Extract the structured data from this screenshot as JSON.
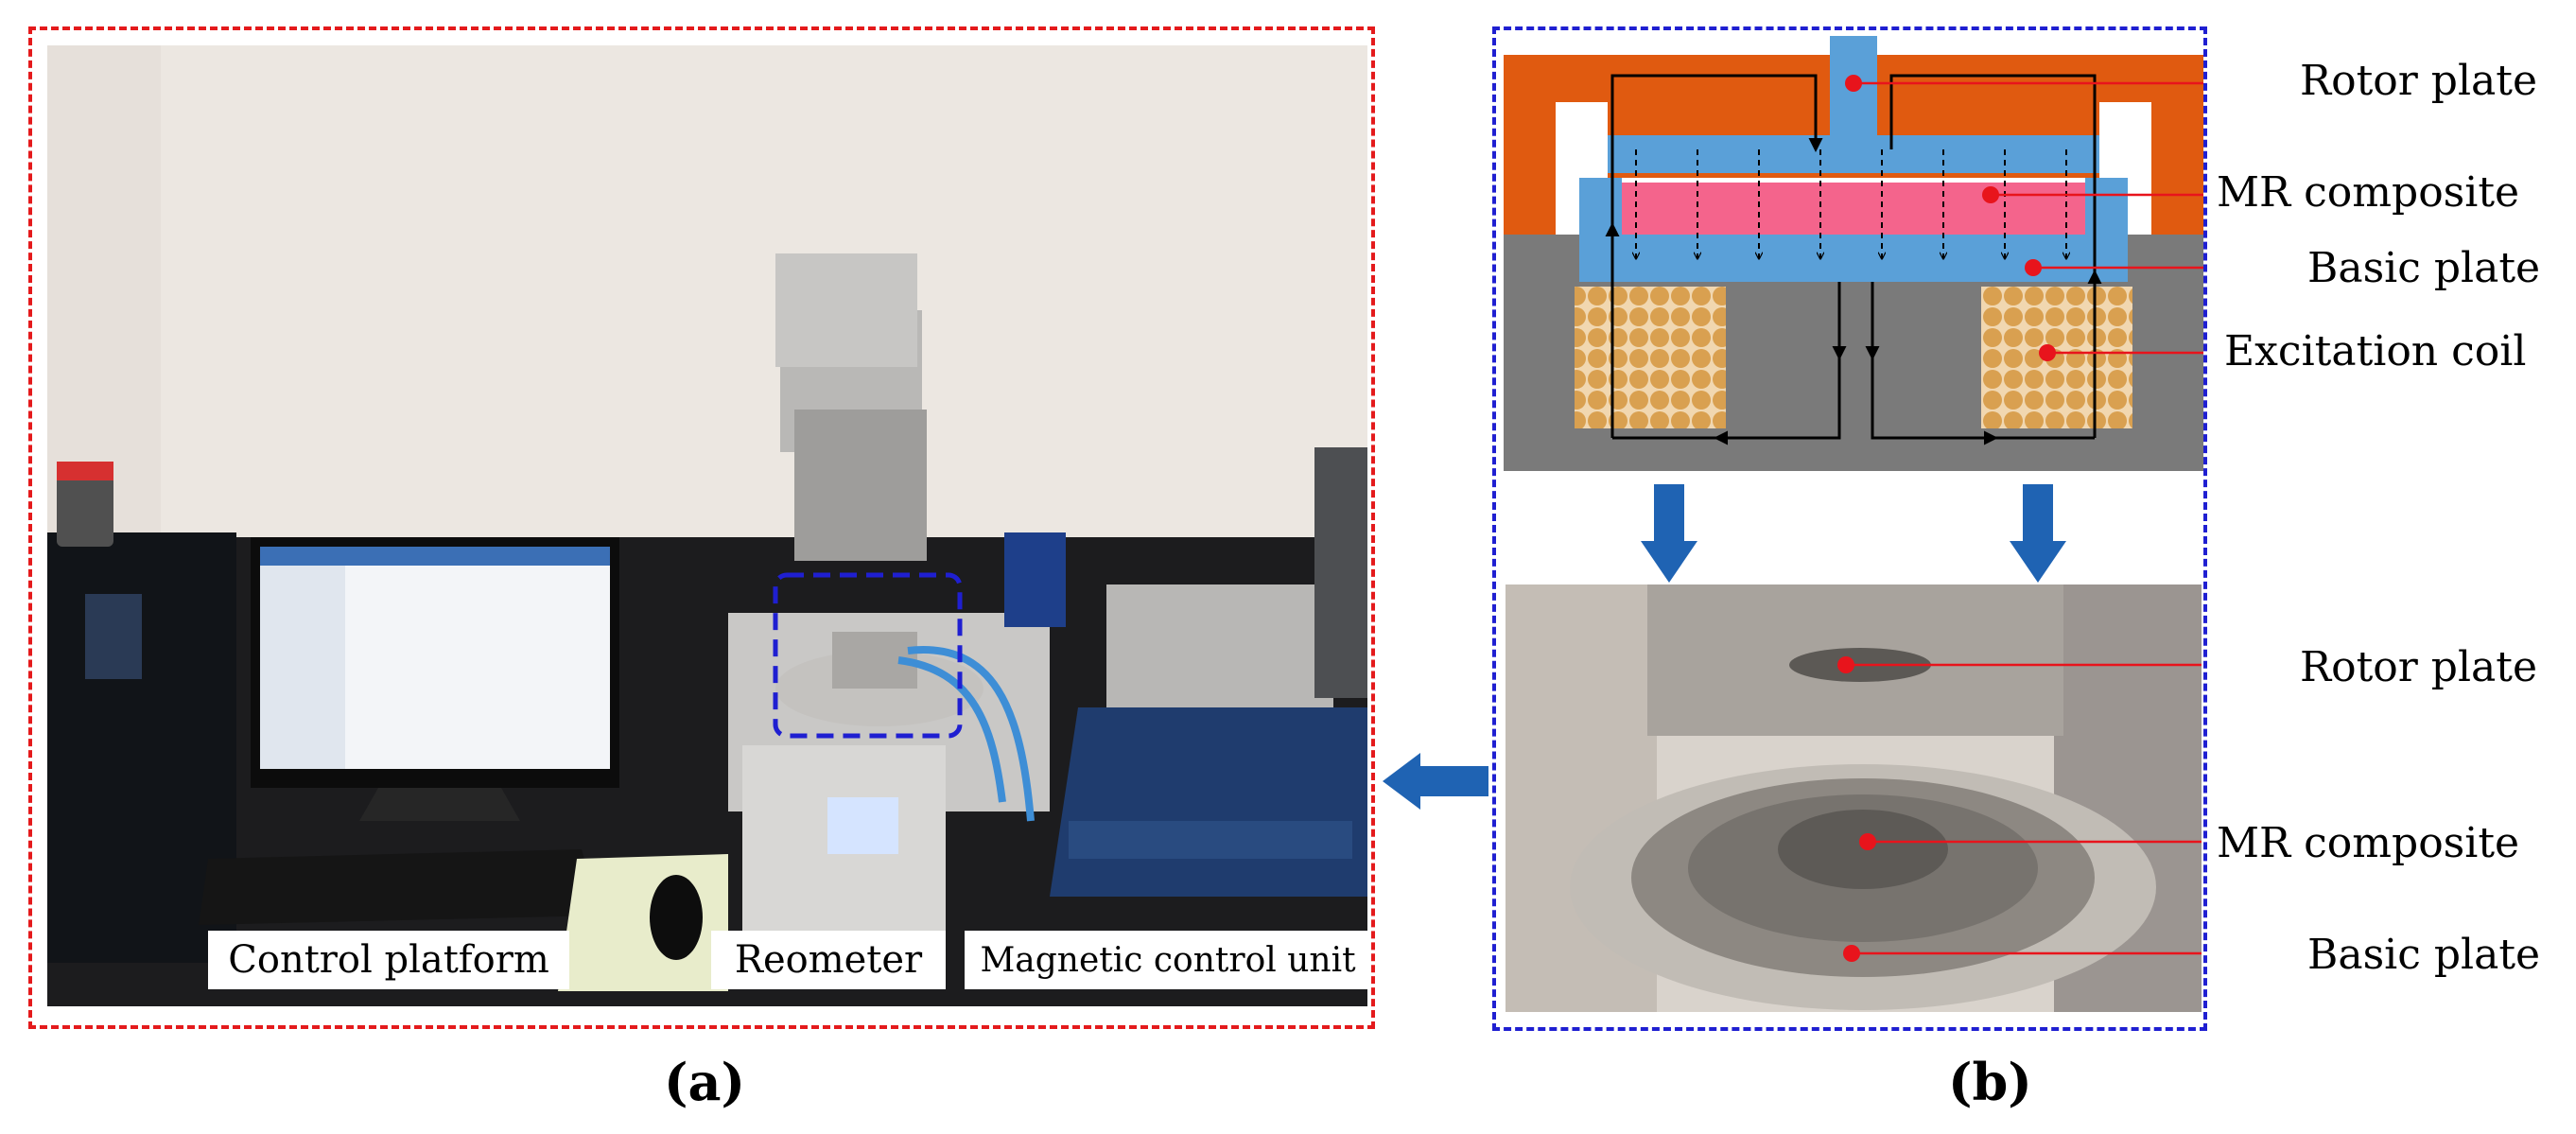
{
  "panel_a": {
    "letter": "(a)",
    "labels": {
      "control_platform": "Control platform",
      "reometer": "Reometer",
      "magnetic_control_unit": "Magnetic control unit"
    }
  },
  "panel_b": {
    "letter": "(b)",
    "schematic_labels": [
      "Rotor plate",
      "MR composite",
      "Basic plate",
      "Excitation coil"
    ],
    "photo_labels": [
      "Rotor plate",
      "MR composite",
      "Basic plate"
    ]
  },
  "colors": {
    "frame_a": "#e41a1c",
    "frame_b": "#1f1fd1",
    "arrow_blue": "#1f63b3",
    "rotor_orange": "#e05a10",
    "plate_blue": "#5aa0d8",
    "composite_pink": "#f4648c",
    "core_gray": "#7a7a7a",
    "coil_gold": "#d9a050",
    "marker_red": "#e8141c"
  }
}
